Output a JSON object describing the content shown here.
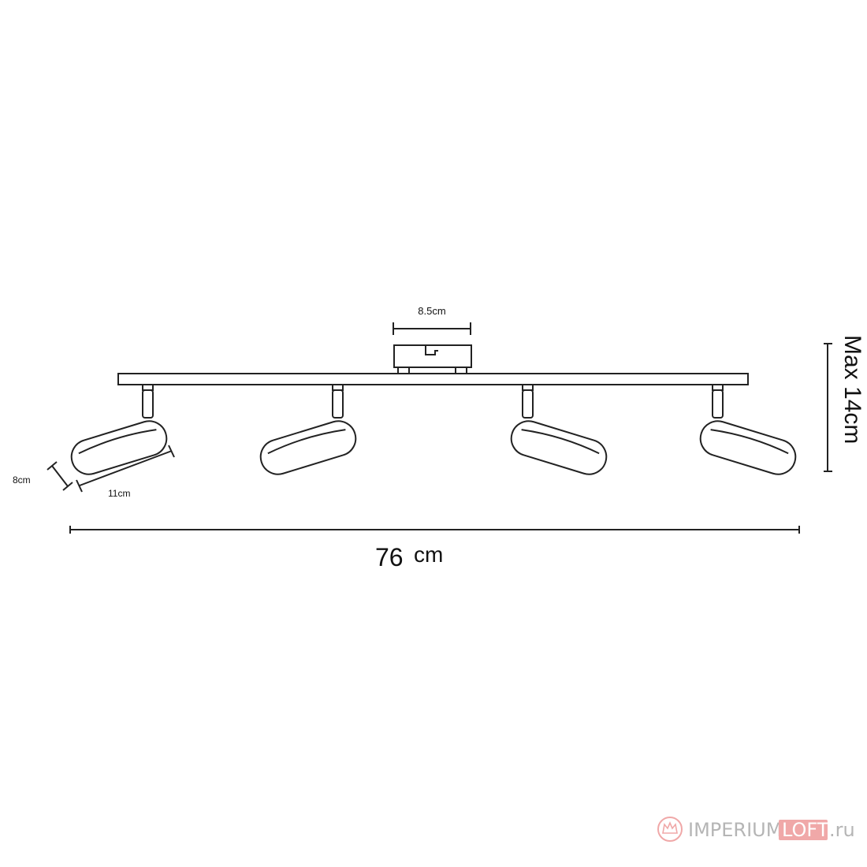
{
  "dimensions": {
    "base_width": "8.5cm",
    "head_thickness": "8cm",
    "head_length": "11cm",
    "total_length_value": "76",
    "total_length_unit": "cm",
    "max_height": "Max 14cm"
  },
  "watermark": {
    "name_part1": "IMPERIUM",
    "name_part2": "LOFT",
    "domain": ".ru",
    "color_gray": "#b5b5b5",
    "color_accent": "#f0a8a8"
  },
  "colors": {
    "stroke": "#222222",
    "background": "#ffffff"
  }
}
